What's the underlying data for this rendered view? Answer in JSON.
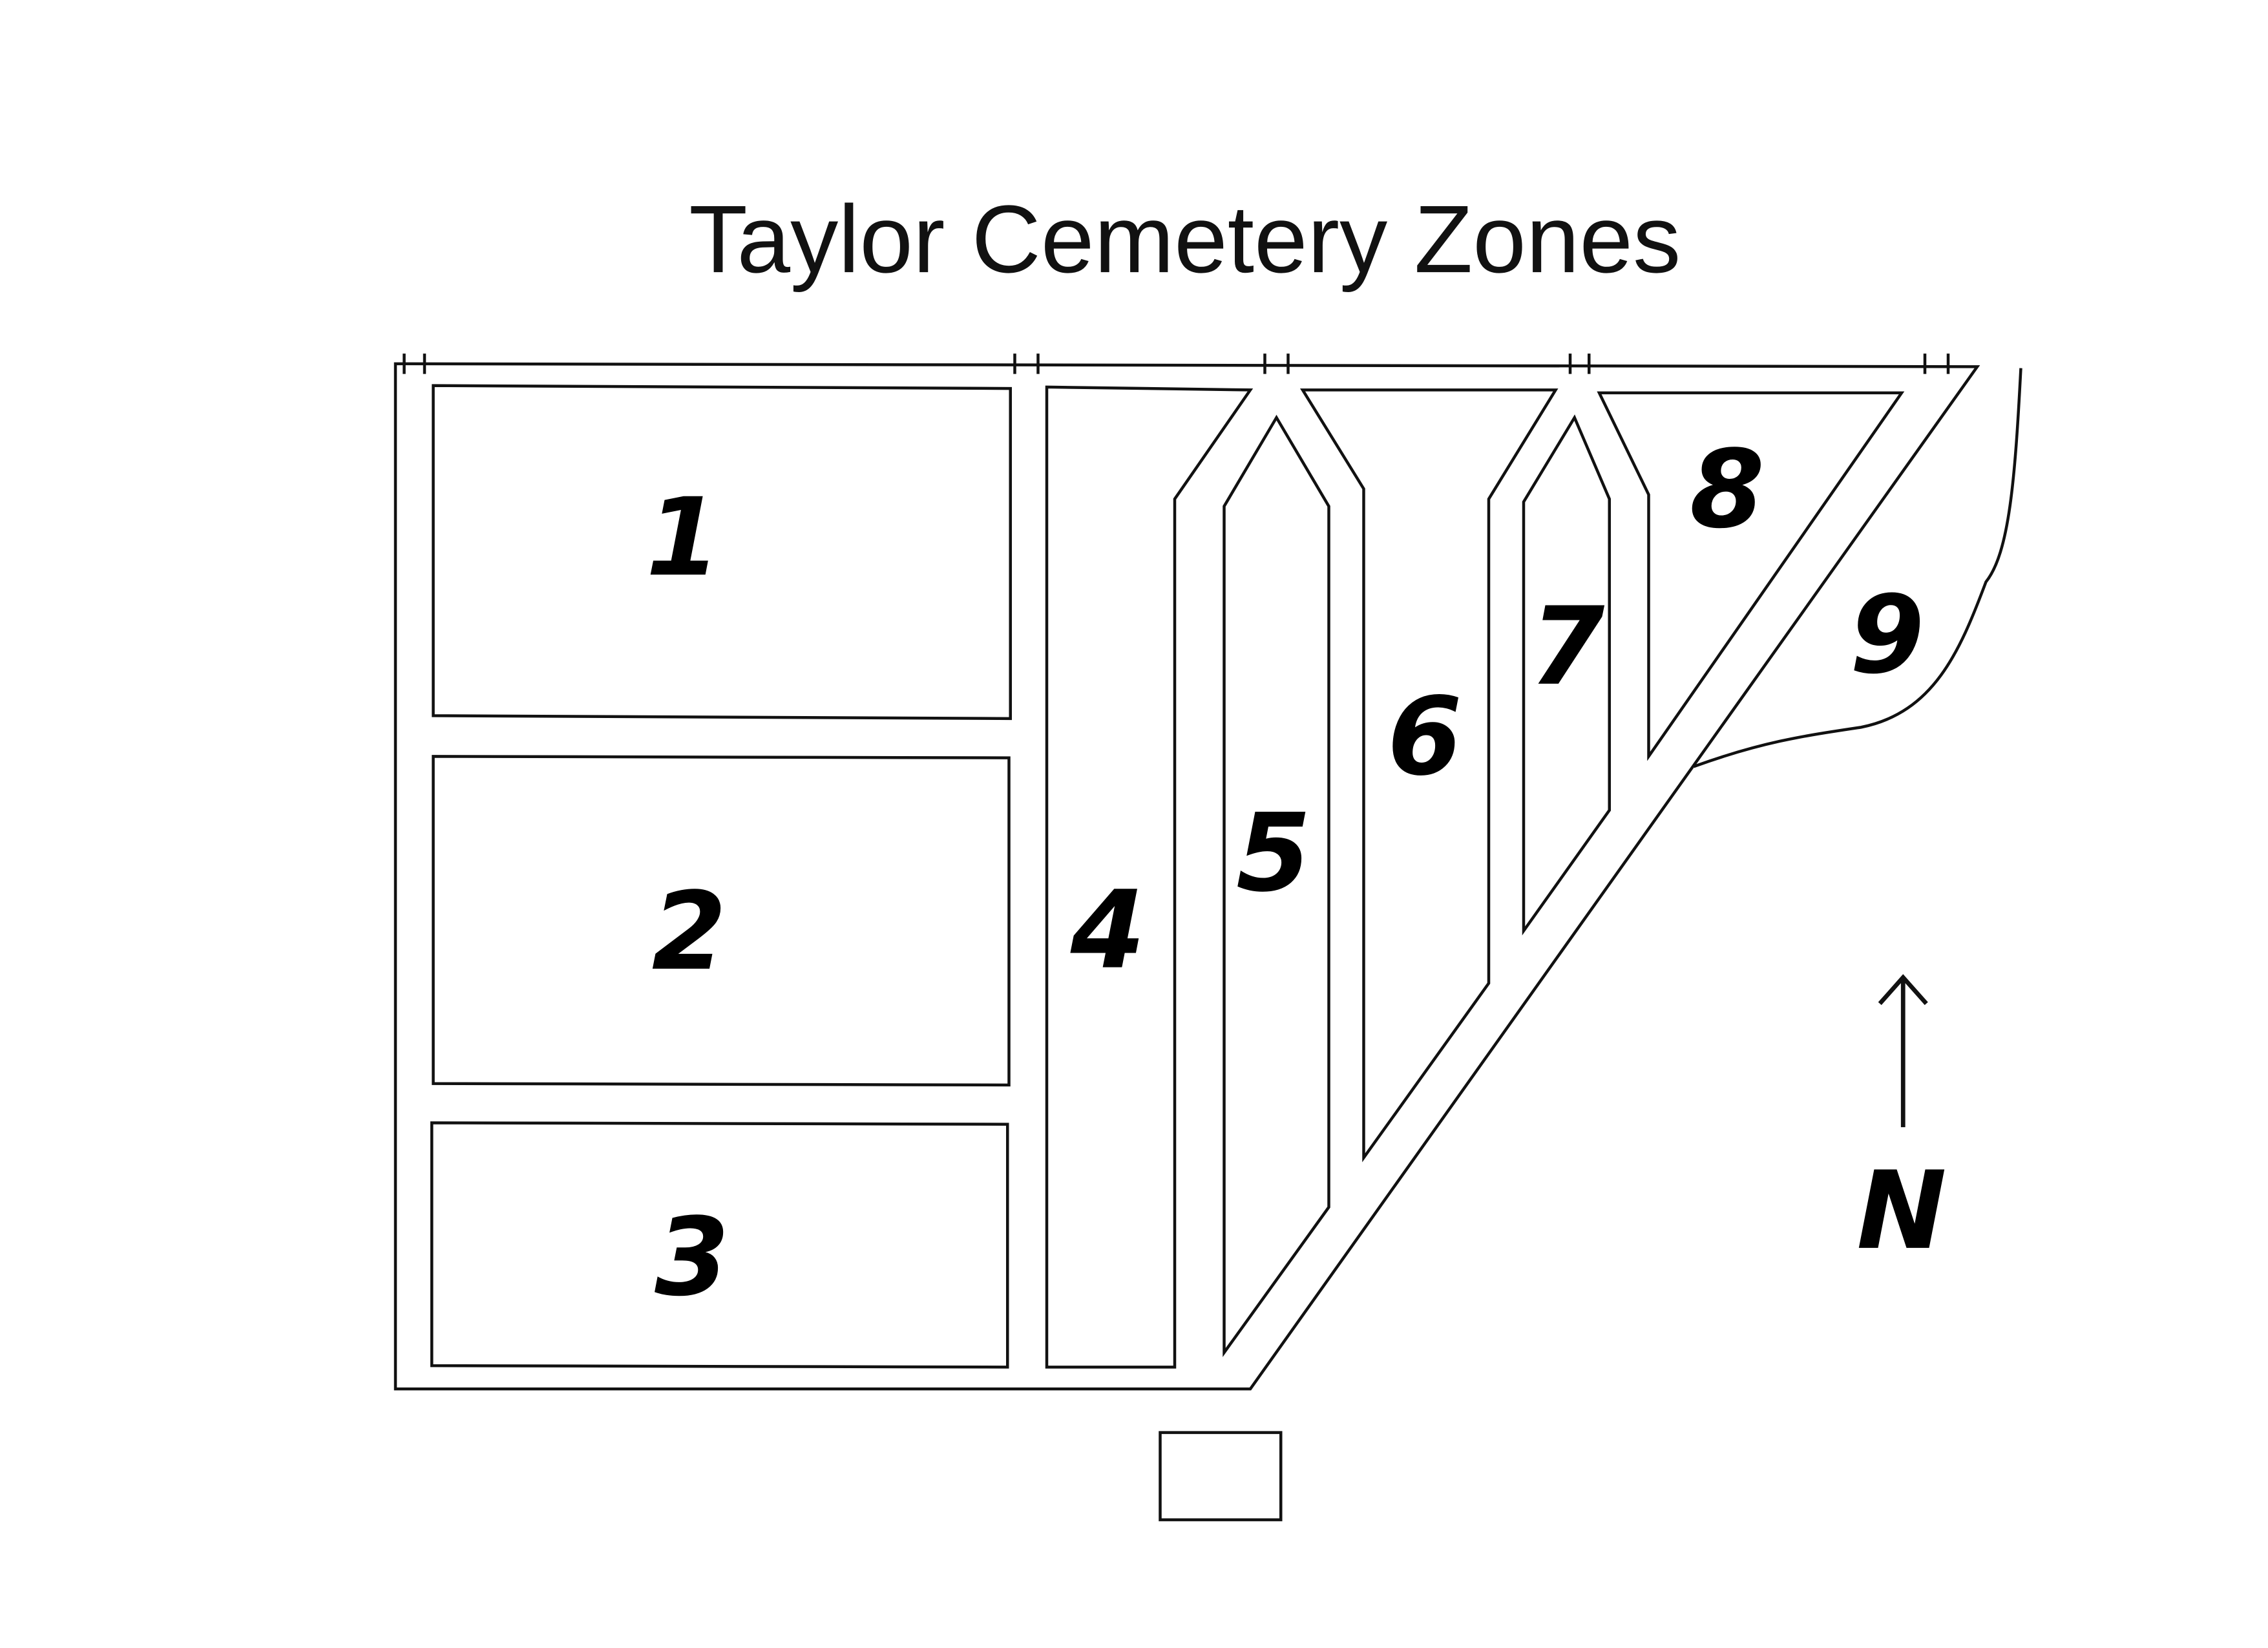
{
  "title": "Taylor Cemetery Zones",
  "zones": [
    {
      "label": "1"
    },
    {
      "label": "2"
    },
    {
      "label": "3"
    },
    {
      "label": "4"
    },
    {
      "label": "5"
    },
    {
      "label": "6"
    },
    {
      "label": "7"
    },
    {
      "label": "8"
    },
    {
      "label": "9"
    }
  ],
  "compass": {
    "label": "N"
  }
}
